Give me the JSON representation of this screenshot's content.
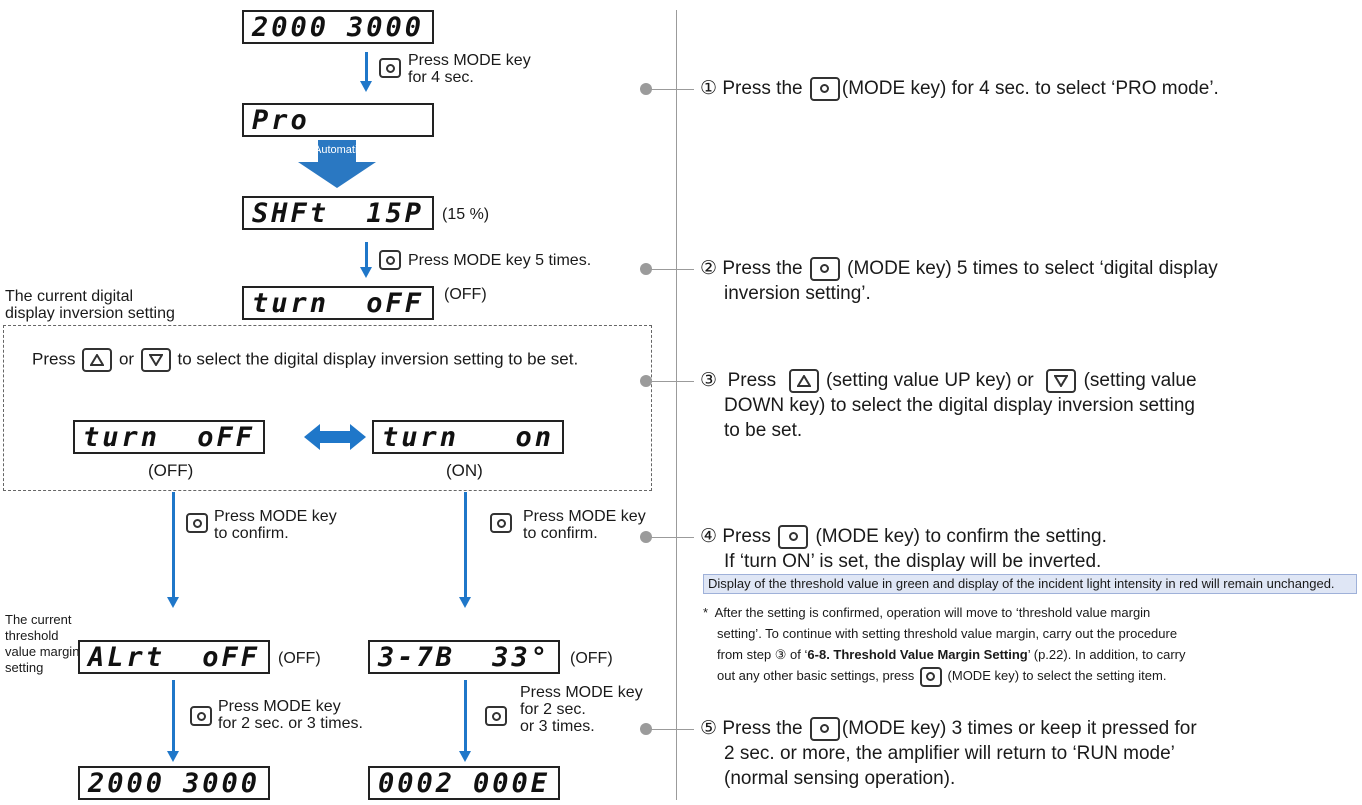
{
  "left": {
    "displays": {
      "run_top": {
        "a": "2000",
        "b": "3000"
      },
      "pro": {
        "a": "Pro",
        "b": ""
      },
      "shift": {
        "a": "SHFt",
        "b": "15P"
      },
      "turn_current": {
        "a": "turn",
        "b": "oFF"
      },
      "turn_off": {
        "a": "turn",
        "b": "oFF"
      },
      "turn_on": {
        "a": "turn",
        "b": "on"
      },
      "alert_off": {
        "a": "ALrt",
        "b": "oFF"
      },
      "inverted": {
        "a": "3-7B",
        "b": "33°"
      },
      "run_bottom_left": {
        "a": "2000",
        "b": "3000"
      },
      "run_bottom_right": {
        "a": "0002",
        "b": "000E"
      }
    },
    "labels": {
      "press_mode_4sec_1": "Press MODE key",
      "press_mode_4sec_2": "for 4 sec.",
      "automatic": "Automatic",
      "shift_pct": "(15 %)",
      "press_mode_5times": "Press MODE key 5 times.",
      "current_inv_1": "The current digital",
      "current_inv_2": "display inversion setting",
      "turn_current_val": "(OFF)",
      "select_instr_pre": "Press",
      "select_instr_or": "or",
      "select_instr_post": "to select the digital display inversion setting to be set.",
      "off_caption": "(OFF)",
      "on_caption": "(ON)",
      "confirm_left_1": "Press MODE key",
      "confirm_left_2": "to confirm.",
      "confirm_right_1": "Press MODE key",
      "confirm_right_2": "to confirm.",
      "current_margin_1": "The current",
      "current_margin_2": "threshold",
      "current_margin_3": "value margin",
      "current_margin_4": "setting",
      "alert_val": "(OFF)",
      "inverted_val": "(OFF)",
      "return_left_1": "Press MODE key",
      "return_left_2": "for 2 sec. or 3 times.",
      "return_right_1": "Press MODE key",
      "return_right_2": "for 2 sec.",
      "return_right_3": "or 3 times."
    }
  },
  "right": {
    "step1": {
      "num": "①",
      "pre": "Press the",
      "post": "(MODE key) for 4 sec. to select ‘PRO mode’."
    },
    "step2": {
      "num": "②",
      "pre": "Press the",
      "post": "(MODE key) 5 times to select ‘digital display",
      "line2": "inversion setting’."
    },
    "step3": {
      "num": "③",
      "pre": "Press",
      "mid": "(setting value UP key) or",
      "post": "(setting value",
      "line2": "DOWN key) to select the digital display inversion setting",
      "line3": "to be set."
    },
    "step4": {
      "num": "④",
      "pre": "Press",
      "post": "(MODE key) to confirm the setting.",
      "line2": "If ‘turn ON’ is set, the display will be inverted."
    },
    "note_box": "Display of the threshold value in green and display of the incident light intensity in red will remain unchanged.",
    "asterisk": {
      "star": "*",
      "l1": "After the setting is confirmed, operation will move to ‘threshold value margin",
      "l2": "setting’. To continue with setting threshold value margin, carry out the procedure",
      "l3_pre": "from step ③ of ‘",
      "l3_bold": "6-8. Threshold Value Margin Setting",
      "l3_post": "’ (p.22). In addition, to carry",
      "l4_pre": "out any other basic settings, press",
      "l4_post": "(MODE key) to select the setting item."
    },
    "step5": {
      "num": "⑤",
      "pre": "Press the",
      "post": "(MODE key) 3 times or keep it pressed for",
      "line2": "2 sec. or more, the amplifier will return to ‘RUN mode’",
      "line3": "(normal sensing operation)."
    }
  },
  "colors": {
    "arrow": "#1f77c9",
    "note_bg": "#dfe6f5",
    "leader": "#9b9b9b"
  }
}
